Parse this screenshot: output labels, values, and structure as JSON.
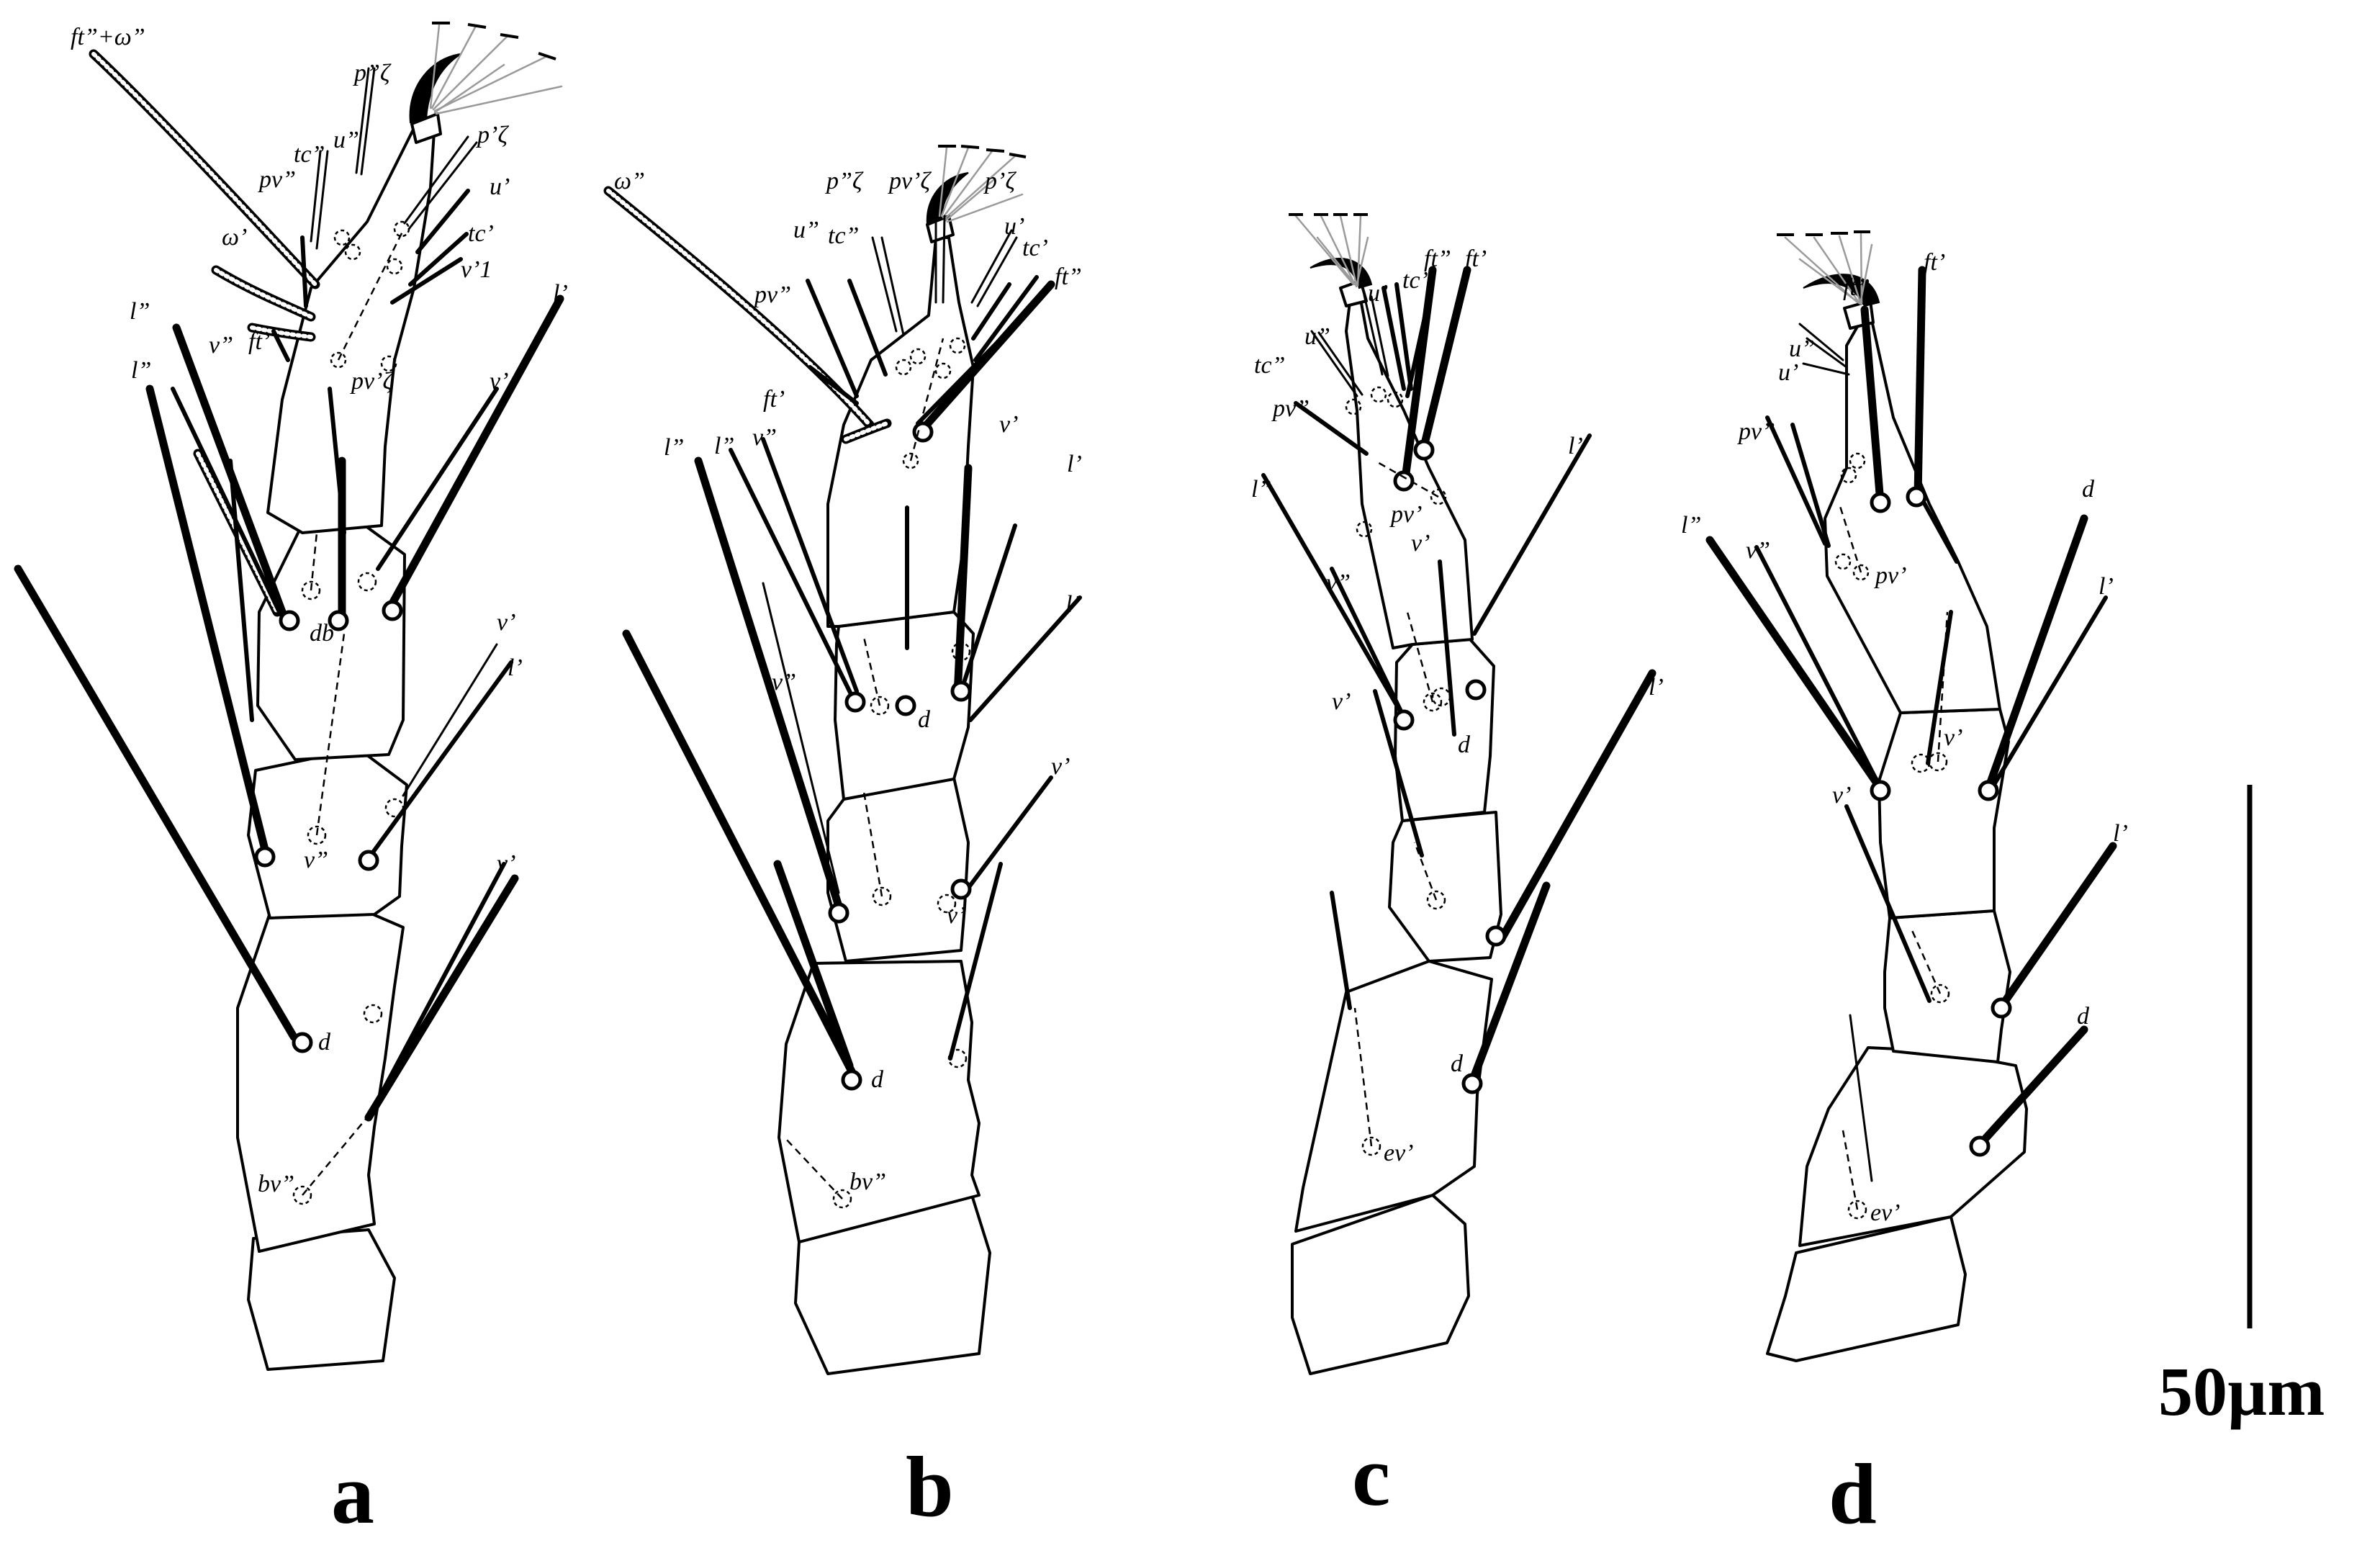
{
  "panels": [
    {
      "letter": "a",
      "labels": [
        "ft”+ω”",
        "p”ζ",
        "tc”",
        "u”",
        "pv”",
        "p’ζ",
        "u’",
        "tc’",
        "v’1",
        "ω’",
        "ft’",
        "pv’ζ",
        "l”",
        "v”",
        "l”",
        "l’",
        "v’",
        "db",
        "v’",
        "l’",
        "v”",
        "v’",
        "d",
        "bv”"
      ]
    },
    {
      "letter": "b",
      "labels": [
        "ω”",
        "p”ζ",
        "pv’ζ",
        "p’ζ",
        "u”",
        "tc”",
        "u’",
        "tc’",
        "pv”",
        "ft’",
        "ft”",
        "l”",
        "v”",
        "v’",
        "l’",
        "l”",
        "l’",
        "v”",
        "d",
        "v’",
        "v’",
        "d",
        "bv”"
      ]
    },
    {
      "letter": "c",
      "labels": [
        "tc”",
        "u”",
        "u’",
        "tc’",
        "ft”",
        "ft’",
        "pv”",
        "pv’",
        "l”",
        "v”",
        "v’",
        "l’",
        "v’",
        "d",
        "l’",
        "d",
        "ev’"
      ]
    },
    {
      "letter": "d",
      "labels": [
        "ft”",
        "ft’",
        "u”",
        "u’",
        "pv”",
        "pv’",
        "d",
        "l”",
        "v”",
        "l’",
        "v’",
        "v’",
        "l’",
        "d",
        "ev’"
      ]
    }
  ],
  "scale_bar": {
    "label": "50µm"
  }
}
